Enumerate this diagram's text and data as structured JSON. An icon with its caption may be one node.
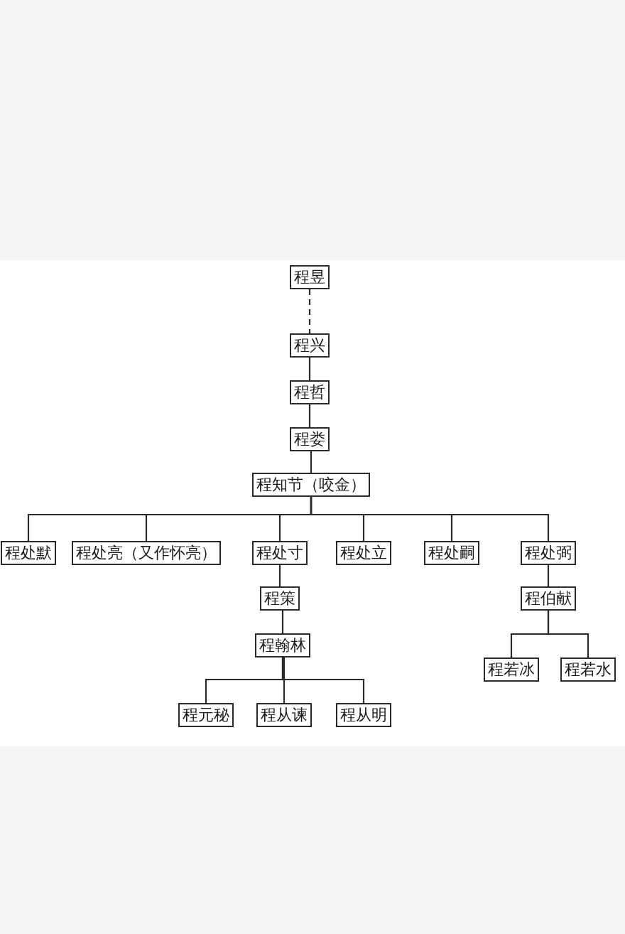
{
  "diagram": {
    "nodes": [
      {
        "text": [
          "程昱"
        ]
      },
      {
        "text": [
          "程兴"
        ]
      },
      {
        "text": [
          "程哲"
        ]
      },
      {
        "text": [
          "程娄"
        ]
      },
      {
        "text": [
          "程知节（咬金）"
        ]
      },
      {
        "text": [
          "程处默"
        ]
      },
      {
        "text": [
          "程处亮（又作怀亮）"
        ]
      },
      {
        "text": [
          "程处寸"
        ]
      },
      {
        "text": [
          "程处立"
        ]
      },
      {
        "text": [
          "程处嗣"
        ]
      },
      {
        "text": [
          "程处弼"
        ]
      },
      {
        "text": [
          "程策"
        ]
      },
      {
        "text": [
          "程翰林"
        ]
      },
      {
        "text": [
          "程元秘"
        ]
      },
      {
        "text": [
          "程从谏"
        ]
      },
      {
        "text": [
          "程从明"
        ]
      },
      {
        "text": [
          "程伯献"
        ]
      },
      {
        "text": [
          "程若冰"
        ]
      },
      {
        "text": [
          "程若水"
        ]
      }
    ],
    "edges": [
      {
        "from": 0,
        "to": 1,
        "arrow": "none",
        "style": "dashed"
      },
      {
        "from": 1,
        "to": 2,
        "arrow": "none"
      },
      {
        "from": 2,
        "to": 3,
        "arrow": "none"
      },
      {
        "from": 3,
        "to": 4,
        "arrow": "none"
      },
      {
        "from": 4,
        "to": 5,
        "arrow": "none"
      },
      {
        "from": 4,
        "to": 6,
        "arrow": "none"
      },
      {
        "from": 4,
        "to": 7,
        "arrow": "none"
      },
      {
        "from": 4,
        "to": 8,
        "arrow": "none"
      },
      {
        "from": 4,
        "to": 9,
        "arrow": "none"
      },
      {
        "from": 4,
        "to": 10,
        "arrow": "none"
      },
      {
        "from": 7,
        "to": 11,
        "arrow": "none"
      },
      {
        "from": 11,
        "to": 12,
        "arrow": "none"
      },
      {
        "from": 12,
        "to": 13,
        "arrow": "none"
      },
      {
        "from": 12,
        "to": 14,
        "arrow": "none"
      },
      {
        "from": 12,
        "to": 15,
        "arrow": "none"
      },
      {
        "from": 10,
        "to": 16,
        "arrow": "none"
      },
      {
        "from": 16,
        "to": 17,
        "arrow": "none"
      },
      {
        "from": 16,
        "to": 18,
        "arrow": "none"
      }
    ]
  }
}
